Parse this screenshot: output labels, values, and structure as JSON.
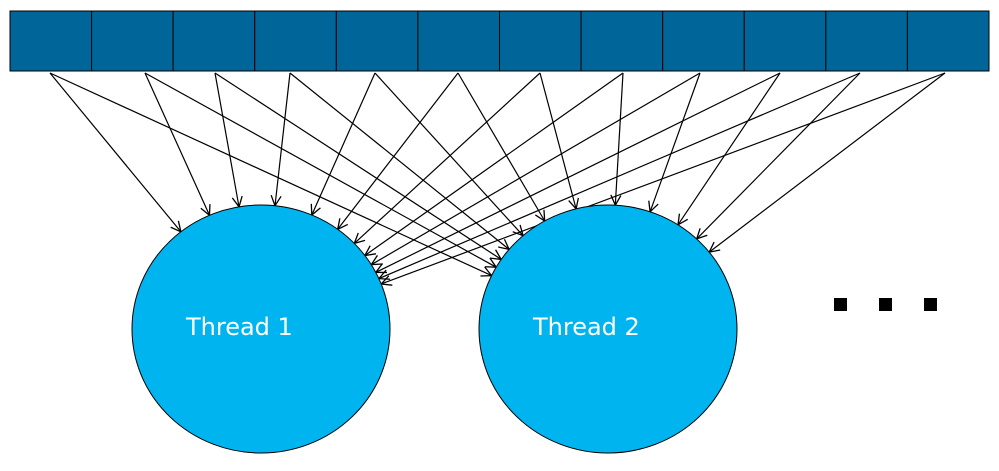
{
  "diagram": {
    "colors": {
      "array_cell": "#006699",
      "thread_fill": "#00b4f0",
      "stroke": "#000000",
      "label": "#ffffff"
    },
    "array": {
      "cell_count": 12
    },
    "threads": [
      {
        "label": "Thread 1",
        "incoming_from_cells": [
          0,
          1,
          2,
          3,
          4,
          5,
          6,
          7,
          8,
          9,
          10,
          11
        ]
      },
      {
        "label": "Thread 2",
        "incoming_from_cells": [
          0,
          1,
          2,
          3,
          4,
          5,
          6,
          7,
          8,
          9,
          10,
          11
        ]
      }
    ],
    "continuation": {
      "icon": "ellipsis-squares",
      "dot_count": 3
    }
  }
}
